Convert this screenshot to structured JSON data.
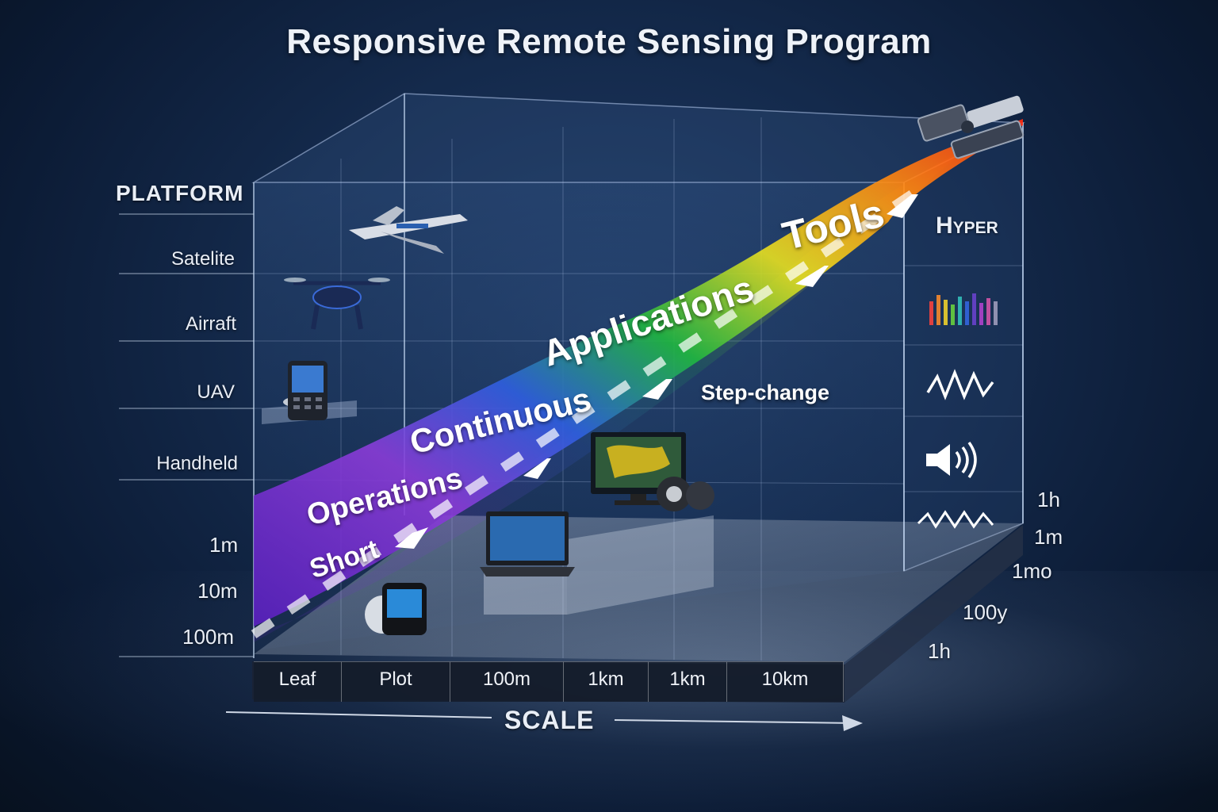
{
  "title": "Responsive Remote Sensing Program",
  "platform_axis": {
    "title": "PLATFORM",
    "items": [
      "Satelite",
      "Airraft",
      "UAV",
      "Handheld"
    ]
  },
  "resolution_axis": {
    "items": [
      "1m",
      "10m",
      "100m"
    ]
  },
  "scale_axis": {
    "title": "SCALE",
    "items": [
      "Leaf",
      "Plot",
      "100m",
      "1km",
      "1km",
      "10km"
    ]
  },
  "time_axis": {
    "items": [
      "1h",
      "1m",
      "1mo",
      "100y",
      "1h"
    ]
  },
  "sensor_axis": {
    "hyper_label": "Hyper",
    "icons": [
      "spectrum-bars-icon",
      "waveform-icon",
      "speaker-icon",
      "zigzag-wave-icon"
    ]
  },
  "flow": {
    "labels": [
      "Short",
      "Operations",
      "Continuous",
      "Applications",
      "Tools"
    ],
    "step_label": "Step-change",
    "gradient_colors": [
      "#6a2fd0",
      "#8a3cd8",
      "#3a6ee0",
      "#22c23a",
      "#e8e020",
      "#ff8a10",
      "#ff3010"
    ]
  },
  "devices": [
    "satellite-icon",
    "aircraft-icon",
    "drone-icon",
    "handheld-device-icon",
    "monitor-icon",
    "laptop-icon",
    "smartphone-icon"
  ]
}
